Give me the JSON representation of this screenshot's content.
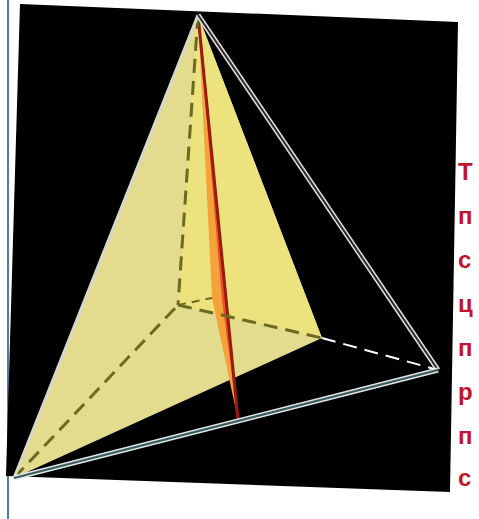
{
  "diagram": {
    "labels": [
      "Т",
      "п",
      "с",
      "ц",
      "п",
      "р",
      "п",
      "с"
    ]
  }
}
